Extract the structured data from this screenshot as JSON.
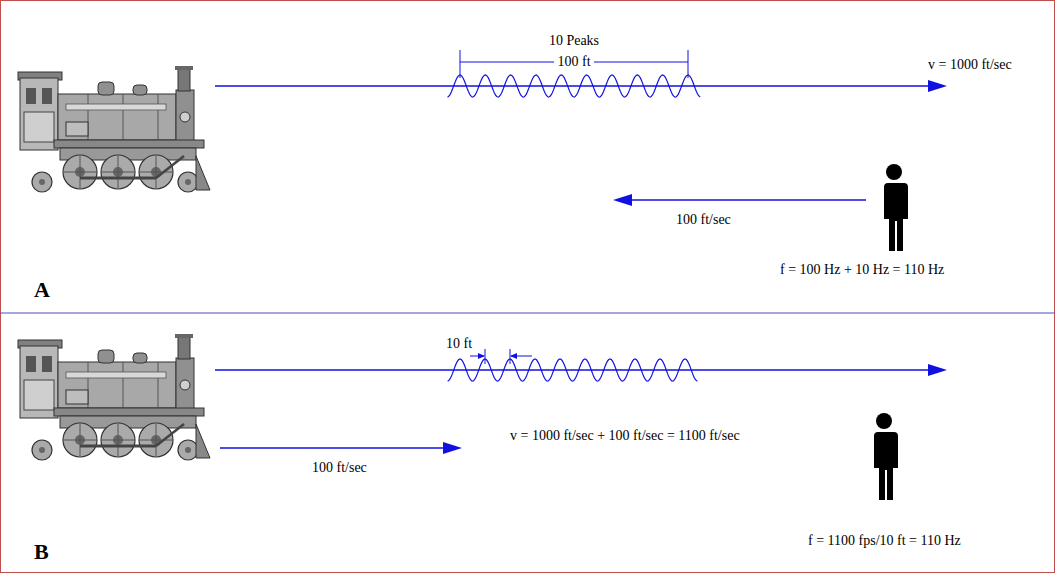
{
  "diagram": {
    "labels": [
      "10 Peaks",
      "100 ft",
      "v = 1000 ft/sec",
      "100 ft/sec",
      "f = 100 Hz + 10 Hz = 110 Hz",
      "A",
      "10 ft",
      "v = 1000 ft/sec + 100 ft/sec = 1100 ft/sec",
      "100 ft/sec",
      "f = 1100 fps/10 ft = 110 Hz",
      "B"
    ]
  }
}
